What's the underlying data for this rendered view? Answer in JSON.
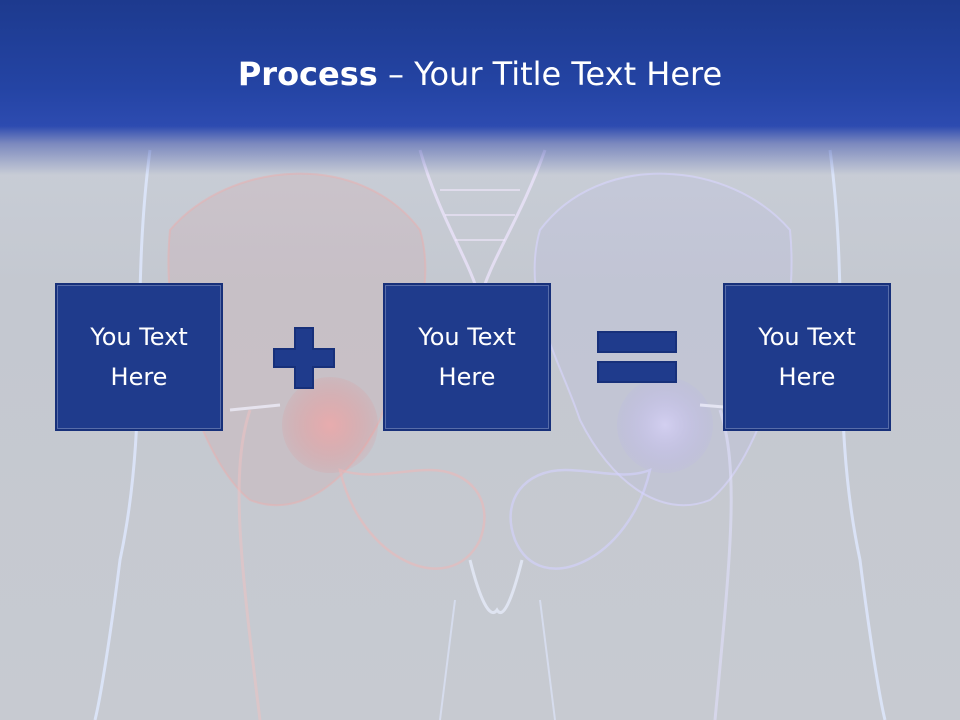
{
  "slide": {
    "title_bold": "Process",
    "title_rest": " – Your Title Text Here",
    "boxes": [
      {
        "text": "You Text Here"
      },
      {
        "text": "You Text Here"
      },
      {
        "text": "You Text Here"
      }
    ],
    "operators": [
      "plus-icon",
      "equals-icon"
    ],
    "colors": {
      "header": "#2444a4",
      "box": "#1f3b8c",
      "operator": "#1f3b8c"
    }
  }
}
